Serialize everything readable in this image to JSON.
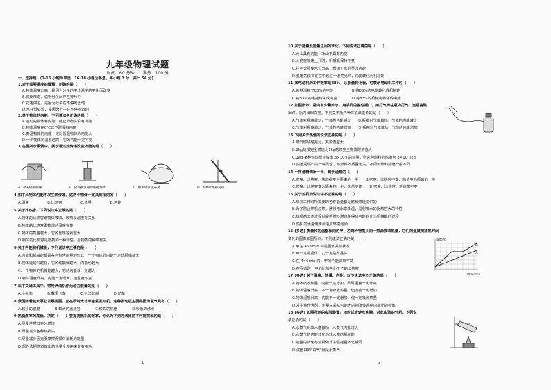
{
  "page1": {
    "title": "九年级物理试题",
    "meta": "时间：60 分钟　　满分：100 分",
    "section1": "一、选择题：(1-15 小题为单选，16-18 小题为多选，每小题 3 分，共计 54 分)",
    "lines": [
      "1.对于需要温度的解释，正确的是（　　）",
      "A.物体温度升高，是因为分子的平均温度的变化而改变",
      "B.铁锅难熔，说明分子间存在排斥力",
      "C.花香四溢，是因为分子在不停地运动",
      "D.水往低处流，是因为分子在不停地运动",
      "2.关于物体的内能，下列说法中正确的是（　　）",
      "A.运动的物体有内能，静止的物体没有内能",
      "B.物体温度在0℃以下时没有内能",
      "C.高温物体的内能一定比低温物体的内能大",
      "D.一个物体的温度越高，它的内能一定不变",
      "3.在图所示事例中，属于通过热传递改变内能的是（　　）"
    ],
    "fig3_captions": [
      "A. 冷天搓手取暖",
      "B. 空气被压缩时内能增大",
      "C. 烧水时水温升高",
      "D. 下滑时臀部发热"
    ],
    "lines2": [
      "4.如下风物体内能不发生热传递，这两个物体一定具有相同的（　　）",
      "A.温度　　　　　B.比热容　　　　　C.热量　　　　　D.内能",
      "5.关于比热容，下列说法中正确的是（　　）",
      "A.物体的比热容跟物体吸收、放热及温度有关系",
      "B.物体的比热容跟物体的温度有关",
      "C.物体的质量越大，它的比热容就越大",
      "D.物体的比热容是物质的一种特性，与物质的种类有关",
      "6.关于内能和机械能，下列说法中正确的是（　　）",
      "A.内能和机械能都是各自包含能量的形式，一个物体的内能一定比机械能大",
      "B.物体运动得越快，它的动能就越大，内能也越大",
      "C.一个物体的机械能越大，它的内能就一定越大",
      "D.物体温度升高，内能一定增大，但温度不变",
      "7.以下交通工具中，常用汽油机作为动力装置的是（　　）",
      "A.小轿车　　　　B.载重卡车　　　　C.远洋轮船　　　　D.动车",
      "8.我国随着航天事业发展需要，正在研制大功率液氢发动机，这种发动机主要是因为氢气具有（　　）",
      "A.较小的密度　　　　B.较大的比热容　　　　C.较高的热值　　　　D.较低的沸点",
      "9.热机效率的高低，决定（　　）要提高热机的效率，你认为下列方法目前不可能实现的是（　　）",
      "A.尽量使燃料充分燃烧",
      "B.尽量减少各种热损失",
      "C.尽量减少因克服摩擦而额外消耗的能量",
      "D.想办法把燃料放出的热量全部用来做有用功"
    ],
    "page_number": "1"
  },
  "page2": {
    "lines": [
      "10.关于能量及能量之间的转化，下列说法正确的是（　　）",
      "A.火山具有内能，冰山不具有内能",
      "B.火箭在加速上升时，机械能保持不变",
      "C.拦河大坝使水位升高，增加了水的重力势能",
      "D.坠落的陨石在空中划过一道亮光时，内能转化为机械能",
      "11.某电动机的工作效率是83%，从能量转化看，它表示电动机工作时（　　）",
      "A.总共消耗了83%的电能　　　　　B.将83%的电能转化成机械能",
      "C.将83%的电能转化成内能　　　　D.将83%的机械能转化成电能",
      "12.如图所示，瓶内有少量的水，用手孔的塞住瓶口，用打气筒往瓶内打气，当瓶塞跳",
      "出时，瓶内出现白雾。下列关于瓶内气体说法正确的是（　　）",
      "A.气体对瓶塞做功，气体的内能减少　　B.瓶塞对气体做功，气体的内能减少",
      "C.气体对瓶塞做功，气体的内能增加　　D.瓶塞对气体做功，气体的内能增加",
      "13.下列关于热值的说法正确的是（　　）",
      "A.燃料燃烧越充分，其热值越大",
      "B.2kg的煤完全燃烧比1kg的煤完全燃烧时热值大",
      "C.1kg 某种燃料燃烧放出 3×10⁷J 的热量，则这种燃料的热值为 3×10⁷J/kg",
      "D.热值是燃料的一种属性，与燃料的质量无关，不同的燃料热值一般不同",
      "14.一杯酒精倒出一半，剩余酒精的（　　）",
      "A.密度、比热容、热值都变为原来的一半　　B.密度、比热容不变，热值变为原来的一半",
      "C.密度、比热容变为原来的一半，热值不变　　D.密度、比热容、热值都不变",
      "15.关于热机的说法中不正确的是（　　）",
      "A.热机工作时所需要的各种能量都是燃料燃烧提供的",
      "B.为了防止热机过热，通常用水来降温，是利用水的比热容大的特性",
      "C.热机的工作过程就是将燃料燃烧获得的内能转化为机械能的过程",
      "D.热机的大量使用会造成环境污染",
      "16.(多选) 质量和初温都相同的甲、乙两种物质从同一热源吸收热量，它们的温度随加热时间",
      "变化的图像如图所示，下列说法正确的是（　　）",
      "A.甲在 4~6min 内是固液共存状态",
      "B.甲一定是晶体，乙一定是非晶体",
      "C.在 4~6min 内，甲的内能保持不变",
      "D.在固态时，甲的比热容小于乙的比热容",
      "17.(多选) 关于温度、热量、内能，以下说法中不正确的是（　　）",
      "A.物体吸收热量，内能一定增加，同时温度一定升高",
      "B.物体温度升高，不一定吸收热量，但内能一定增加",
      "C.物体温度升高，内能不一定增加，但一定吸收热量",
      "D.发生热传递时，热量总是从内能大的物体传递给内能小的物体",
      "18.(多选) 如图所示的实验装置，加热试管使水沸腾。对此实验的分析，下列说",
      "法正确的是（　　）",
      "A.水蒸气对软木塞做功，水蒸气内能增大",
      "B.水蒸气的内能转化为软木塞的机械能",
      "C.能量的转化与热机做功冲程能量转化相同",
      "D.试管口的\"白气\"就是水蒸气"
    ],
    "graph": {
      "ylabel": "温度/℃",
      "xlabel": "时间/min",
      "series": [
        "甲",
        "乙"
      ]
    },
    "page_number": "2"
  }
}
